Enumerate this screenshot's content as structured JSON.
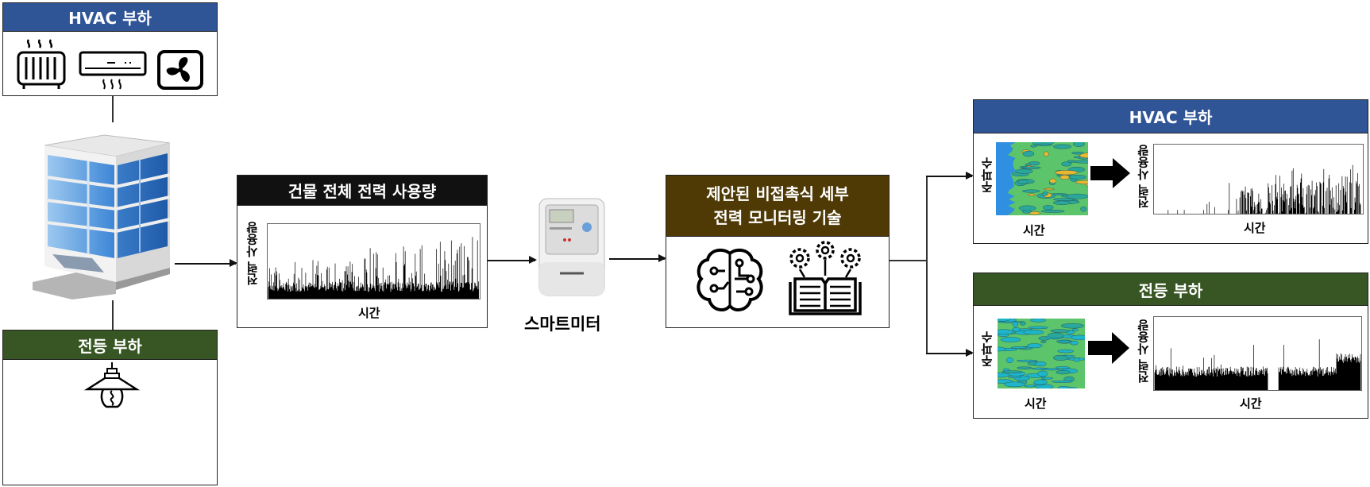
{
  "left_hvac": {
    "title": "HVAC 부하",
    "icons": [
      "radiator-icon",
      "air-conditioner-icon",
      "fan-icon"
    ]
  },
  "left_lighting": {
    "title": "전등 부하",
    "icons": [
      "light-bulb-icon"
    ]
  },
  "building": {
    "icon": "building-icon"
  },
  "total_usage": {
    "title": "건물 전체 전력 사용량",
    "ylabel": "전력 사용량",
    "xlabel": "시간"
  },
  "smart_meter": {
    "label": "스마트미터",
    "icon": "smart-meter-icon"
  },
  "proposed": {
    "title_line1": "제안된 비접촉식 세부",
    "title_line2": "전력 모니터링 기술",
    "icons": [
      "brain-circuit-icon",
      "gears-book-icon"
    ]
  },
  "right_hvac": {
    "title": "HVAC 부하",
    "spec_ylabel": "주파수",
    "spec_xlabel": "시간",
    "plot_ylabel": "전력 사용량",
    "plot_xlabel": "시간"
  },
  "right_lighting": {
    "title": "전등 부하",
    "spec_ylabel": "주파수",
    "spec_xlabel": "시간",
    "plot_ylabel": "전력 사용량",
    "plot_xlabel": "시간"
  },
  "colors": {
    "hvac": "#2f5597",
    "lighting": "#375623",
    "total": "#111111",
    "proposed": "#4f3a06"
  }
}
